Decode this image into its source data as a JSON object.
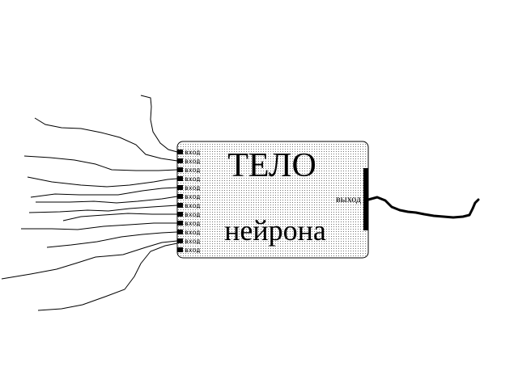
{
  "body": {
    "title_line1": "ТЕЛО",
    "title_line2": "нейрона",
    "output_label": "выход"
  },
  "inputs": {
    "labels": [
      "вход",
      "вход",
      "вход",
      "вход",
      "вход",
      "вход",
      "вход",
      "вход",
      "вход",
      "вход",
      "вход",
      "вход"
    ]
  },
  "colors": {
    "background": "#ffffff",
    "line": "#000000",
    "body_fill_dots": "#000000"
  }
}
